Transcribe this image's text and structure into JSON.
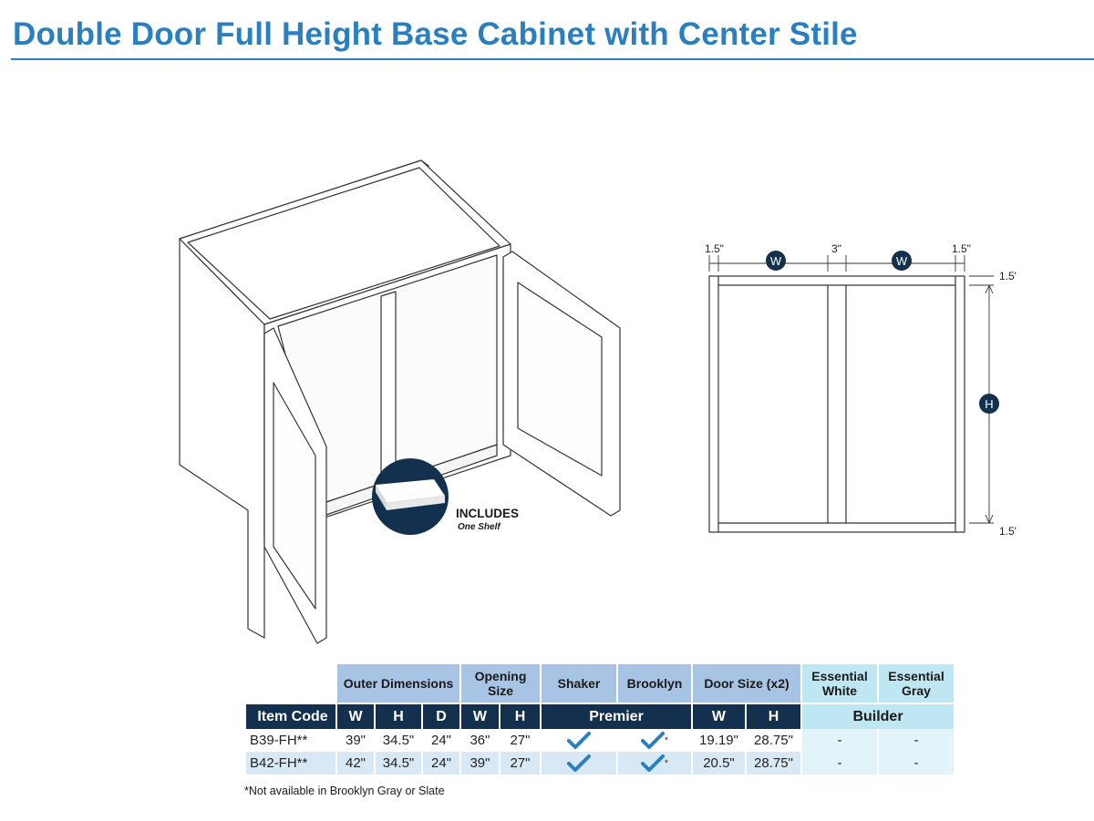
{
  "title": "Double Door Full Height Base Cabinet with Center Stile",
  "callout": {
    "label": "INCLUDES",
    "sublabel": "One Shelf"
  },
  "diagram": {
    "left_stile": "1.5\"",
    "center_stile": "3\"",
    "right_stile": "1.5\"",
    "top_rail": "1.5'",
    "bottom_rail": "1.5'",
    "width_marker": "W",
    "height_marker": "H"
  },
  "table": {
    "group_headers": {
      "outer": "Outer Dimensions",
      "opening": "Opening Size",
      "shaker": "Shaker",
      "brooklyn": "Brooklyn",
      "door": "Door Size (x2)",
      "essential_white": "Essential White",
      "essential_gray": "Essential Gray"
    },
    "sub_headers": {
      "item_code": "Item Code",
      "w": "W",
      "h": "H",
      "d": "D",
      "ow": "W",
      "oh": "H",
      "premier": "Premier",
      "dw": "W",
      "dh": "H",
      "builder": "Builder"
    },
    "rows": [
      {
        "code": "B39-FH**",
        "w": "39\"",
        "h": "34.5\"",
        "d": "24\"",
        "ow": "36\"",
        "oh": "27\"",
        "star": "*",
        "dw": "19.19\"",
        "dh": "28.75\"",
        "white": "-",
        "gray": "-"
      },
      {
        "code": "B42-FH**",
        "w": "42\"",
        "h": "34.5\"",
        "d": "24\"",
        "ow": "39\"",
        "oh": "27\"",
        "star": "*",
        "dw": "20.5\"",
        "dh": "28.75\"",
        "white": "-",
        "gray": "-"
      }
    ]
  },
  "footnote": "*Not available in Brooklyn Gray or Slate",
  "colors": {
    "title": "#2a7fc1",
    "navy": "#13304f",
    "header_blue": "#a7c4e5",
    "header_light": "#bfe6f3",
    "check": "#2a7fc1"
  }
}
